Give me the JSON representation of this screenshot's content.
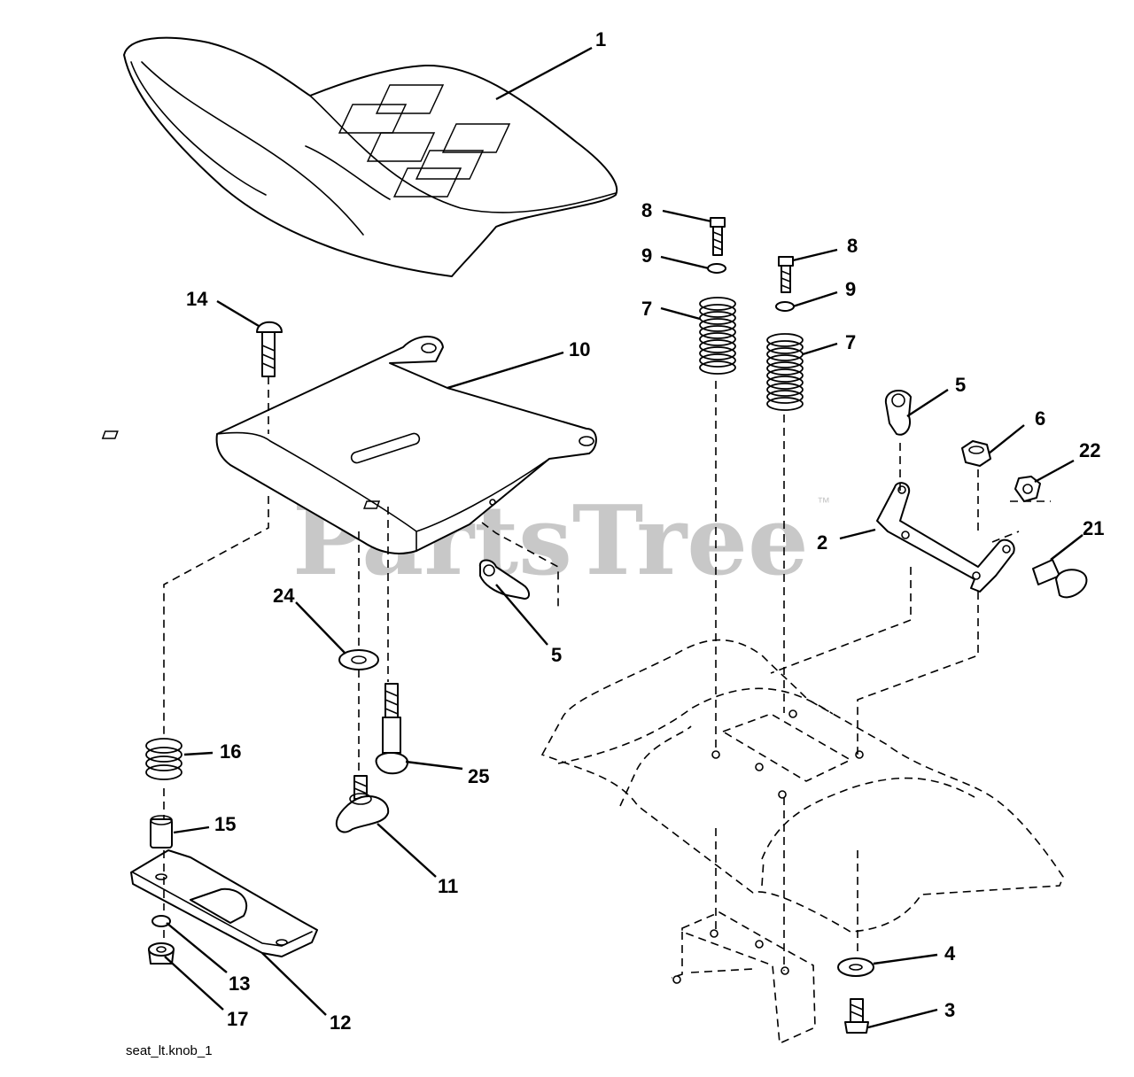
{
  "watermark": {
    "text": "PartsTree",
    "trademark": "™"
  },
  "caption": "seat_lt.knob_1",
  "callouts": {
    "c1": "1",
    "c2": "2",
    "c3": "3",
    "c4": "4",
    "c5a": "5",
    "c5b": "5",
    "c6": "6",
    "c7a": "7",
    "c7b": "7",
    "c8a": "8",
    "c8b": "8",
    "c9a": "9",
    "c9b": "9",
    "c10": "10",
    "c11": "11",
    "c12": "12",
    "c13": "13",
    "c14": "14",
    "c15": "15",
    "c16": "16",
    "c17": "17",
    "c21": "21",
    "c22": "22",
    "c24": "24",
    "c25": "25"
  }
}
